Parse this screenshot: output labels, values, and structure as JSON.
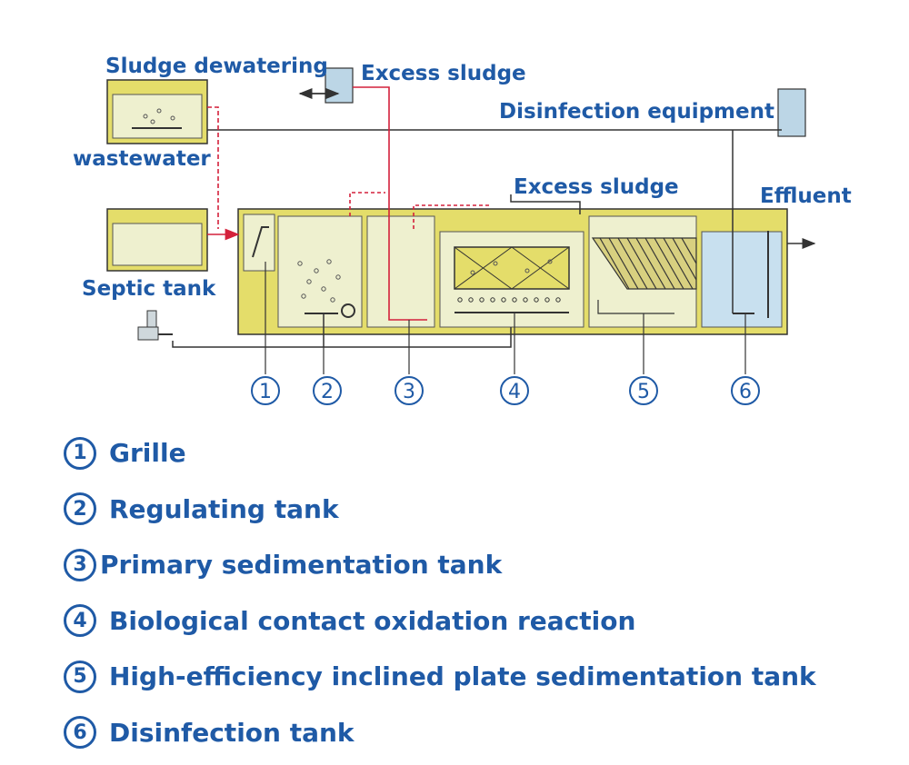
{
  "labels": {
    "sludge_dewatering": "Sludge dewatering",
    "excess_sludge_top": "Excess sludge",
    "disinfection_equipment": "Disinfection equipment",
    "wastewater": "wastewater",
    "excess_sludge_mid": "Excess sludge",
    "effluent": "Effluent",
    "septic_tank": "Septic tank"
  },
  "markers": [
    "1",
    "2",
    "3",
    "4",
    "5",
    "6"
  ],
  "legend": [
    {
      "num": "1",
      "text": "Grille"
    },
    {
      "num": "2",
      "text": "Regulating tank"
    },
    {
      "num": "3",
      "text": "Primary sedimentation tank"
    },
    {
      "num": "4",
      "text": "Biological contact oxidation reaction"
    },
    {
      "num": "5",
      "text": "High-efficiency inclined plate sedimentation tank"
    },
    {
      "num": "6",
      "text": "Disinfection tank"
    }
  ],
  "colors": {
    "label_blue": "#1f5aa6",
    "tank_wall": "#e4dd6a",
    "water": "#eef0cf",
    "disinfection_water": "#c8e0ef",
    "sludge_line": "#d4213b",
    "pipe": "#333333"
  }
}
